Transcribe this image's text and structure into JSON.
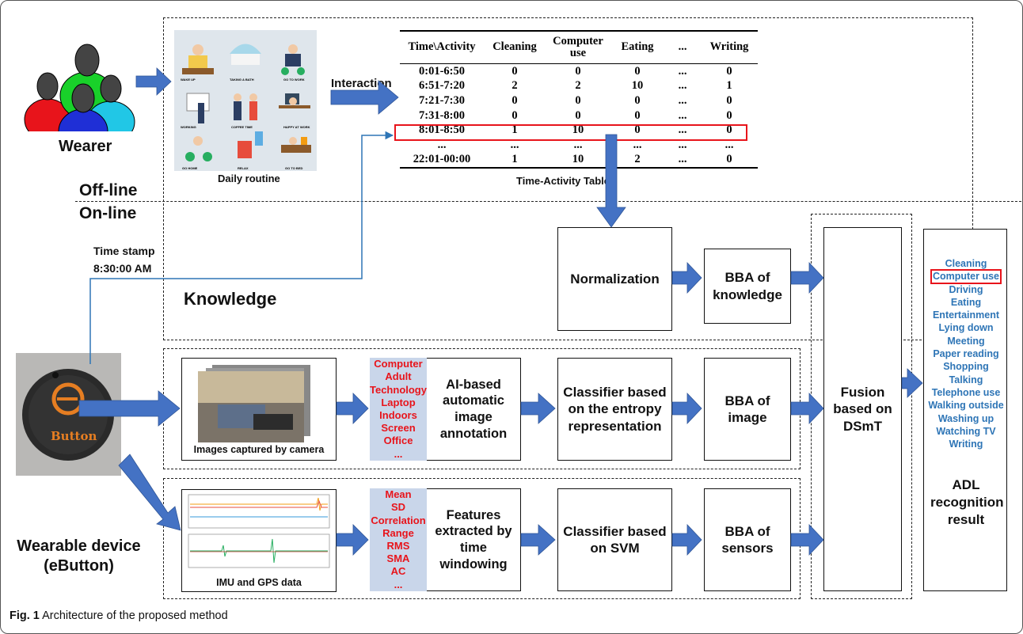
{
  "labels": {
    "wearer": "Wearer",
    "daily_routine": "Daily routine",
    "interaction": "Interaction",
    "time_activity_table": "Time-Activity Table",
    "offline": "Off-line",
    "online": "On-line",
    "time_stamp": "Time stamp",
    "time_value": "8:30:00 AM",
    "knowledge": "Knowledge",
    "wearable_device": "Wearable device",
    "wearable_device_name": "(eButton)",
    "ebutton_logo_text": "Button",
    "images_captured": "Images captured by camera",
    "imu_gps": "IMU and GPS data"
  },
  "routine_captions": [
    "WAKE UP",
    "TAKING A BATH",
    "GO TO WORK",
    "WORKING",
    "COFFEE TIME",
    "HAPPY AT WORK",
    "GO HOME",
    "RELAX",
    "GO TO BED"
  ],
  "table": {
    "headers": [
      "Time\\Activity",
      "Cleaning",
      "Computer use",
      "Eating",
      "...",
      "Writing"
    ],
    "rows": [
      [
        "0:01-6:50",
        "0",
        "0",
        "0",
        "...",
        "0"
      ],
      [
        "6:51-7:20",
        "2",
        "2",
        "10",
        "...",
        "1"
      ],
      [
        "7:21-7:30",
        "0",
        "0",
        "0",
        "...",
        "0"
      ],
      [
        "7:31-8:00",
        "0",
        "0",
        "0",
        "...",
        "0"
      ],
      [
        "8:01-8:50",
        "1",
        "10",
        "0",
        "...",
        "0"
      ],
      [
        "...",
        "...",
        "...",
        "...",
        "...",
        "..."
      ],
      [
        "22:01-00:00",
        "1",
        "10",
        "2",
        "...",
        "0"
      ]
    ],
    "highlight_row": 4
  },
  "boxes": {
    "normalization": "Normalization",
    "bba_knowledge": "BBA of knowledge",
    "ai_annotation": "AI-based automatic image annotation",
    "classifier_entropy": "Classifier based on the entropy representation",
    "bba_image": "BBA of image",
    "features": "Features extracted by time windowing",
    "classifier_svm": "Classifier based on SVM",
    "bba_sensors": "BBA of sensors",
    "fusion": "Fusion based on DSmT",
    "adl": "ADL recognition result"
  },
  "image_tags": [
    "Computer",
    "Adult",
    "Technology",
    "Laptop",
    "Indoors",
    "Screen",
    "Office",
    "..."
  ],
  "sensor_features": [
    "Mean",
    "SD",
    "Correlation",
    "Range",
    "RMS",
    "SMA",
    "AC",
    "..."
  ],
  "activities": [
    "Cleaning",
    "Computer use",
    "Driving",
    "Eating",
    "Entertainment",
    "Lying down",
    "Meeting",
    "Paper reading",
    "Shopping",
    "Talking",
    "Telephone use",
    "Walking outside",
    "Washing up",
    "Watching TV",
    "Writing"
  ],
  "selected_activity": "Computer use",
  "caption": {
    "label": "Fig. 1",
    "text": "Architecture of the proposed method"
  },
  "colors": {
    "arrow": "#4472c4",
    "arrow_dark": "#2f5597",
    "highlight": "#e8141b",
    "result_text": "#2e75b6",
    "tag_bg": "#c9d6ea"
  }
}
